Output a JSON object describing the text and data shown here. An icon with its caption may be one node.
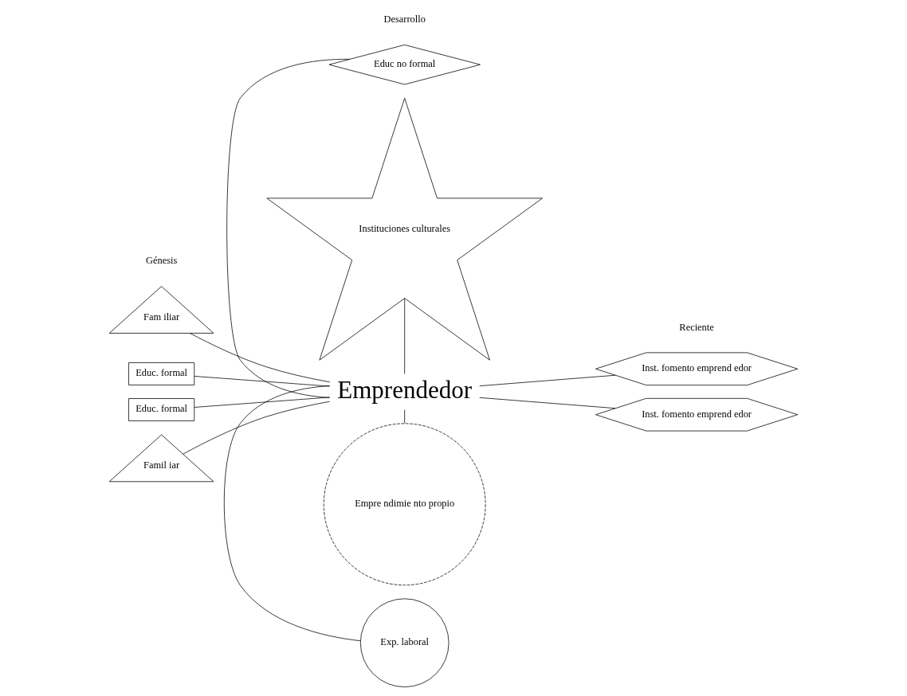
{
  "diagram": {
    "nodes": [
      {
        "text": [
          "Fam iliar"
        ]
      },
      {
        "text": [
          "Educ. formal"
        ]
      },
      {
        "text": [
          "Educ. formal"
        ]
      },
      {
        "text": [
          "Famil iar"
        ]
      },
      {
        "text": [
          "Educ no formal"
        ]
      },
      {
        "text": [
          "Instituciones culturales"
        ]
      },
      {
        "text": [
          "Inst. fomento emprend edor"
        ]
      },
      {
        "text": [
          "Inst. fomento emprend edor"
        ]
      },
      {
        "text": [
          "Emprendedor"
        ]
      },
      {
        "text": [
          "Exp. laboral"
        ]
      },
      {
        "text": [
          "Empre ndimie nto propio"
        ]
      }
    ],
    "edges": [
      {
        "from": 0,
        "to": 8,
        "arrow": "none"
      },
      {
        "from": 1,
        "to": 8,
        "arrow": "none"
      },
      {
        "from": 2,
        "to": 8,
        "arrow": "none"
      },
      {
        "from": 3,
        "to": 8,
        "arrow": "none"
      },
      {
        "from": 4,
        "to": 8,
        "arrow": "none"
      },
      {
        "from": 5,
        "to": 8,
        "arrow": "none"
      },
      {
        "from": 8,
        "to": 6,
        "arrow": "none"
      },
      {
        "from": 8,
        "to": 7,
        "arrow": "none"
      },
      {
        "from": 8,
        "to": 9,
        "arrow": "none"
      },
      {
        "from": 8,
        "to": 10,
        "arrow": "none"
      }
    ],
    "labels": [
      "Génesis",
      "Desarrollo",
      "Reciente"
    ]
  }
}
